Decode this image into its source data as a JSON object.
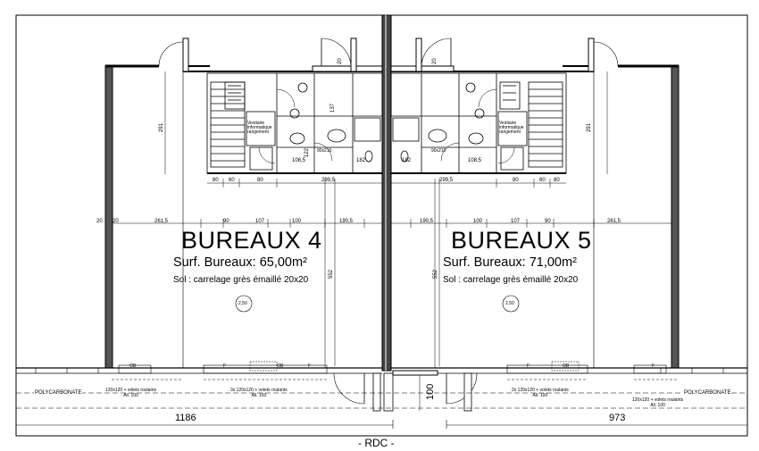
{
  "level_label": "- RDC -",
  "rooms": [
    {
      "title": "BUREAUX 4",
      "surface": "Surf. Bureaux: 65,00m²",
      "floor": "Sol : carrelage grès émaillé 20x20",
      "tag": "2,50"
    },
    {
      "title": "BUREAUX 5",
      "surface": "Surf. Bureaux: 71,00m²",
      "floor": "Sol : carrelage grès émaillé 20x20",
      "tag": "2,50"
    }
  ],
  "dimensions": {
    "overall_left": "1186",
    "overall_right": "973",
    "corridor": "100",
    "left_horizontal": [
      "20",
      "20",
      "261,5",
      "90",
      "107",
      "100",
      "190,5"
    ],
    "right_horizontal": [
      "190,5",
      "100",
      "107",
      "90",
      "261,5"
    ],
    "left_core": [
      "80",
      "60",
      "80",
      "299,5"
    ],
    "right_core": [
      "299,5",
      "80",
      "60",
      "80"
    ],
    "left_vertical": [
      "291",
      "552"
    ],
    "right_vertical": [
      "552",
      "291"
    ],
    "sanitary": [
      "108,5",
      "182",
      "122",
      "137",
      "20",
      "20",
      "182",
      "108,5"
    ]
  },
  "labels": {
    "polycarbonate": "POLYCARBONATE",
    "window_ob": "OB",
    "window_f": "F",
    "left_win_1": "120x120 + volets roulants",
    "left_win_1b": "All. 100",
    "left_win_2": "3x 120x120 + volets roulants",
    "left_win_2b": "All. 100",
    "right_win_1": "2x 120x120 + volets roulants",
    "right_win_1b": "All. 100",
    "right_win_2": "120x120 + volets roulants",
    "right_win_2b": "All. 100",
    "stair_note": "Vestiaire informatique rangement",
    "door_note": "90x210"
  }
}
